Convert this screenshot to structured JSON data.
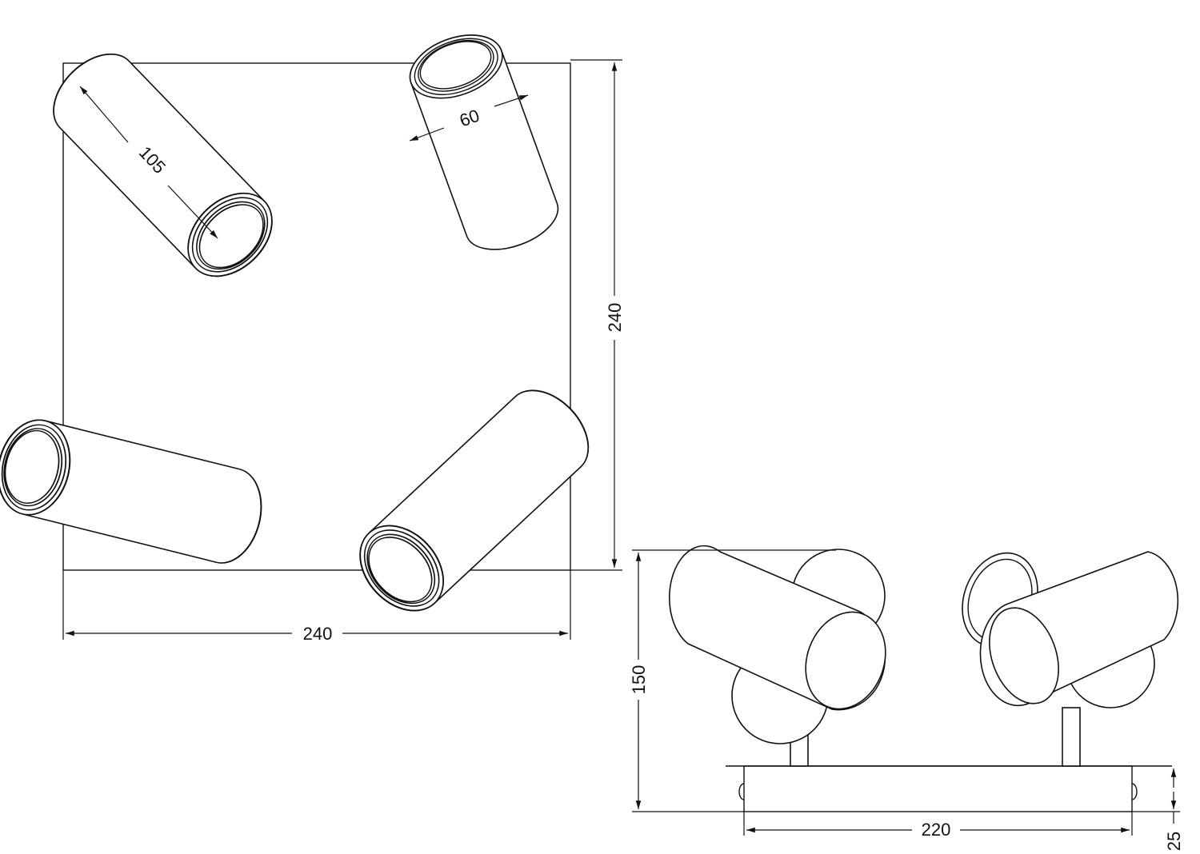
{
  "top_view": {
    "width_label": "240",
    "height_label": "240",
    "spot_length_label": "105",
    "spot_diameter_label": "60"
  },
  "side_view": {
    "height_label": "150",
    "base_length_label": "220",
    "base_height_label": "25"
  }
}
